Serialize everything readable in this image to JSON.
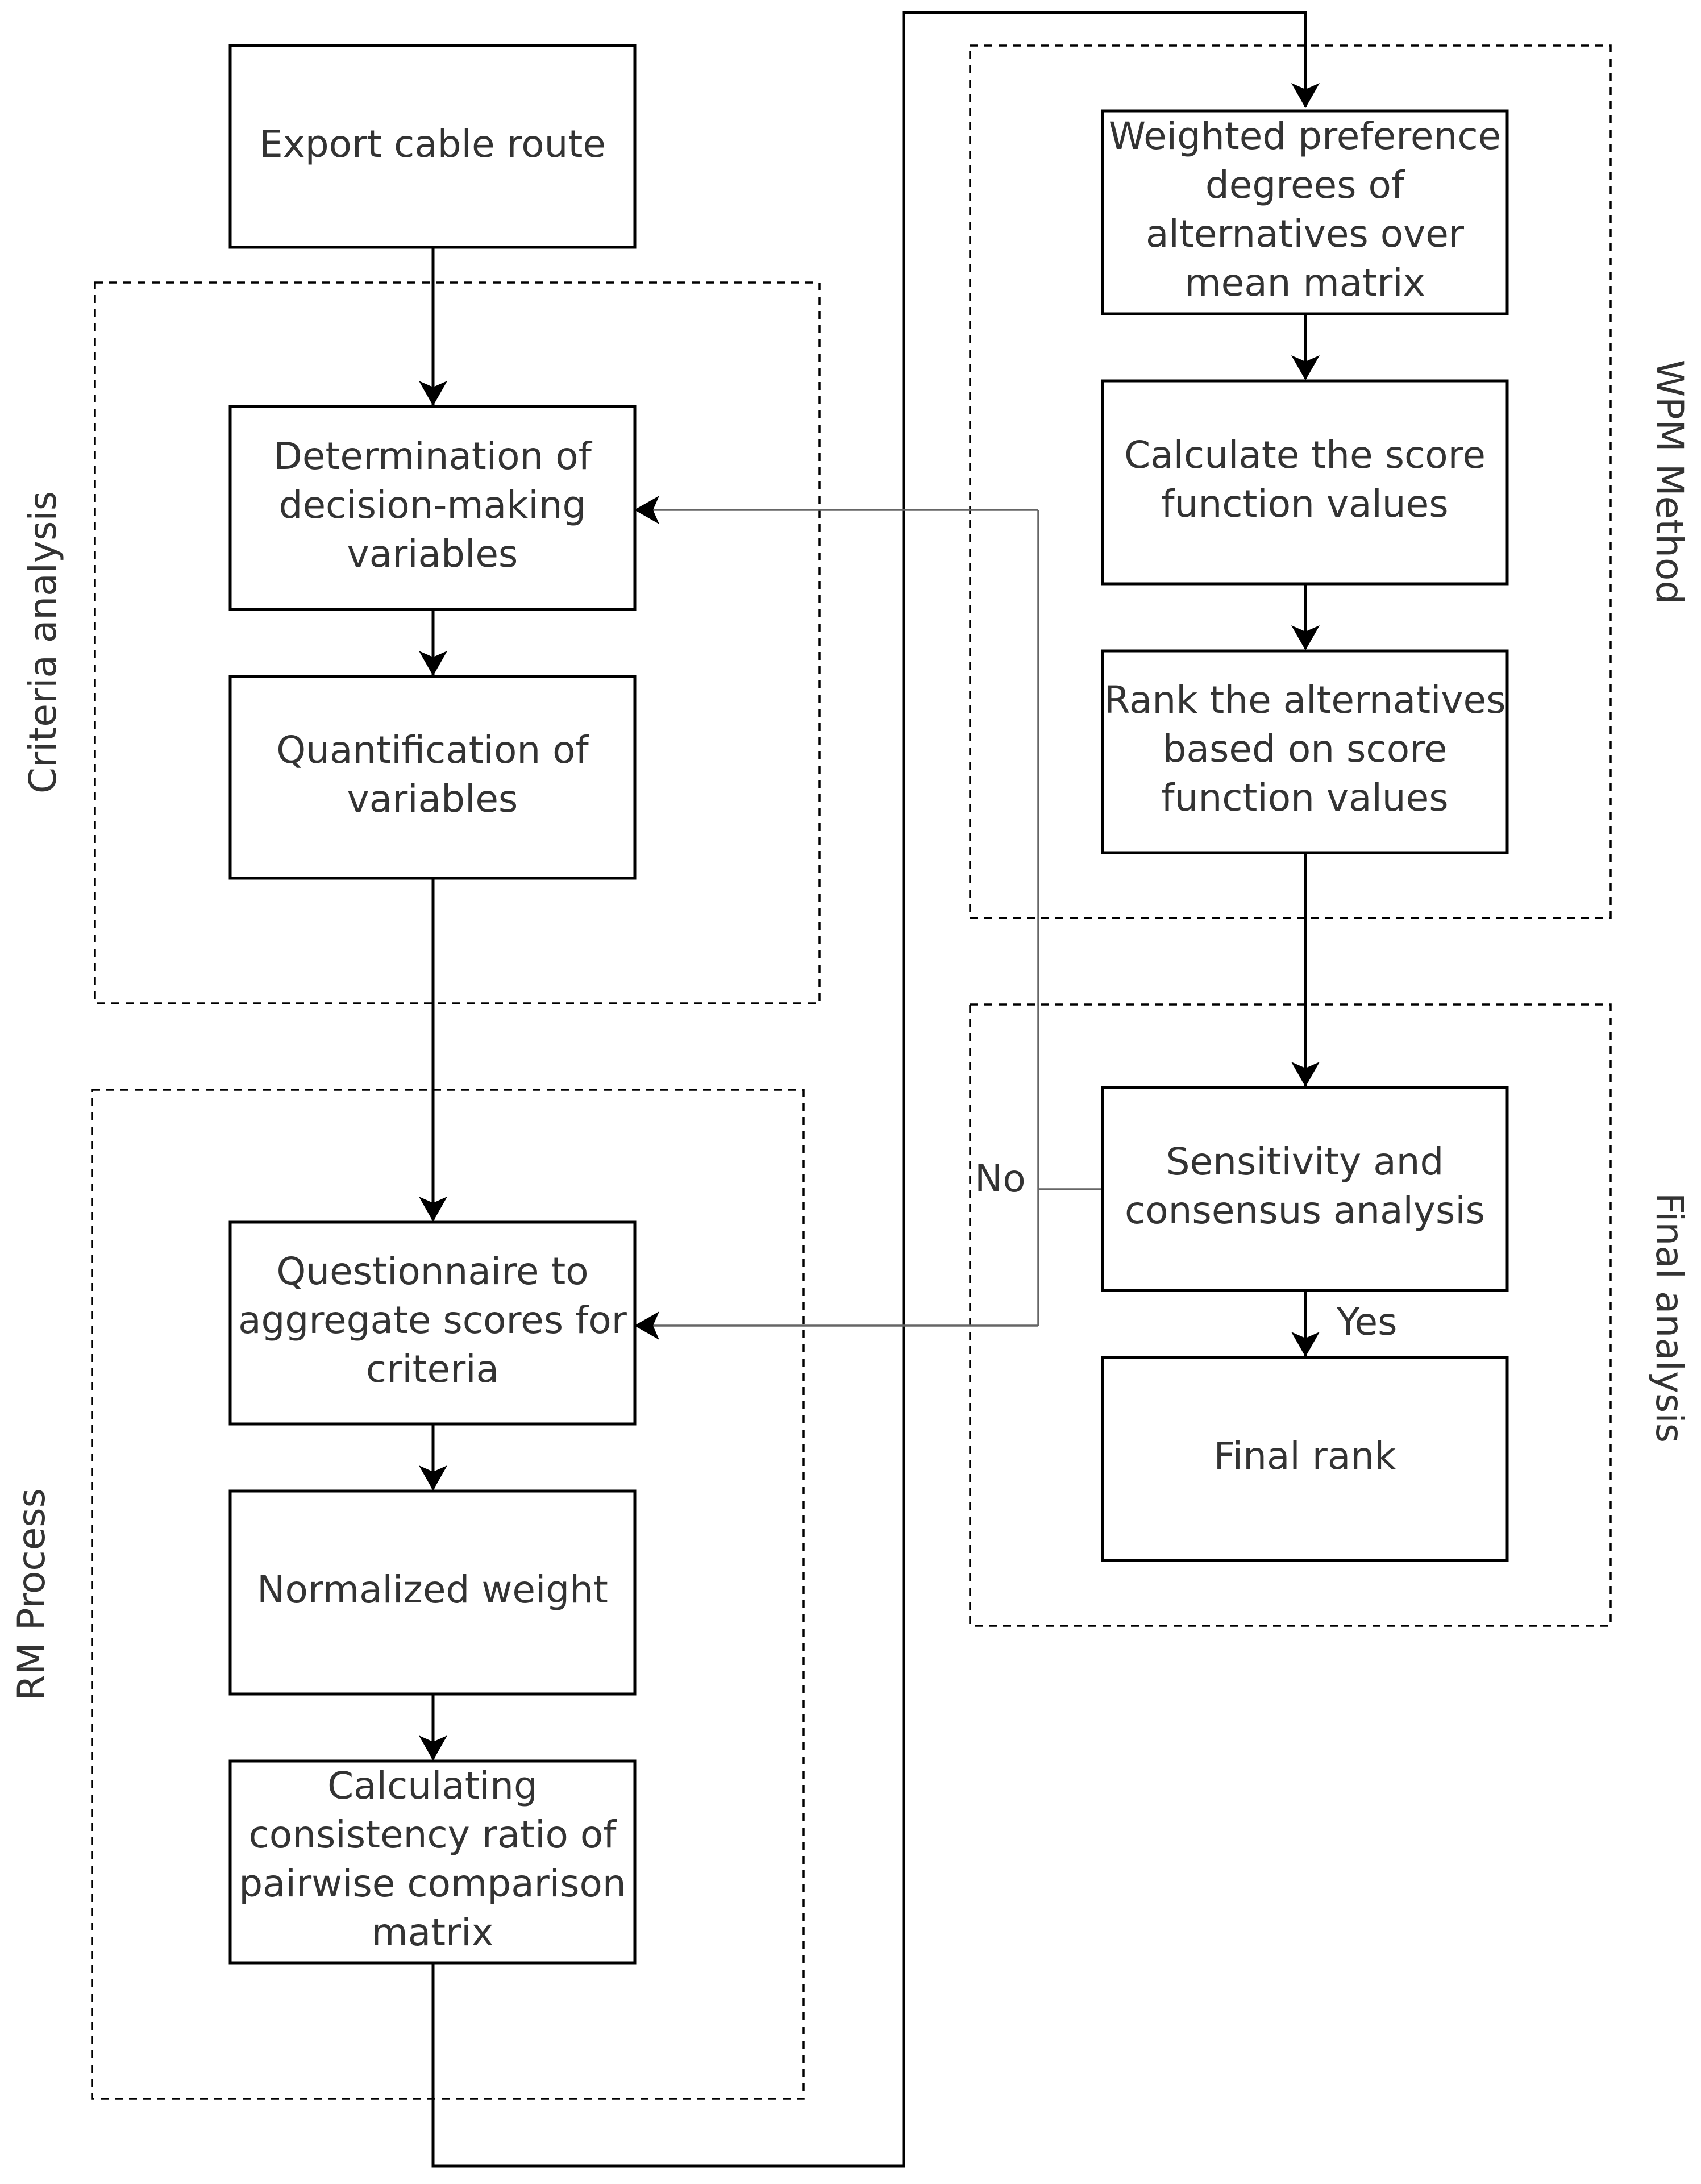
{
  "groups": {
    "criteria_analysis": {
      "label": "Criteria analysis"
    },
    "rm_process": {
      "label": "RM Process"
    },
    "wpm_method": {
      "label": "WPM Method"
    },
    "final_analysis": {
      "label": "Final analysis"
    }
  },
  "nodes": {
    "export_cable_route": {
      "lines": [
        "Export cable route"
      ]
    },
    "determination": {
      "lines": [
        "Determination of",
        "decision-making",
        "variables"
      ]
    },
    "quantification": {
      "lines": [
        "Quantification of",
        "variables"
      ]
    },
    "questionnaire": {
      "lines": [
        "Questionnaire to",
        "aggregate scores for",
        "criteria"
      ]
    },
    "normalized_weight": {
      "lines": [
        "Normalized weight"
      ]
    },
    "consistency_ratio": {
      "lines": [
        "Calculating",
        "consistency ratio of",
        "pairwise comparison",
        "matrix"
      ]
    },
    "weighted_preference": {
      "lines": [
        "Weighted preference",
        "degrees of",
        "alternatives over",
        "mean matrix"
      ]
    },
    "score_function": {
      "lines": [
        "Calculate the score",
        "function values"
      ]
    },
    "rank_alternatives": {
      "lines": [
        "Rank the alternatives",
        "based on score",
        "function values"
      ]
    },
    "sensitivity": {
      "lines": [
        "Sensitivity and",
        "consensus analysis"
      ]
    },
    "final_rank": {
      "lines": [
        "Final rank"
      ]
    }
  },
  "edge_labels": {
    "no": "No",
    "yes": "Yes"
  },
  "colors": {
    "stroke": "#000000",
    "text": "#333333",
    "feedback_line": "#666666",
    "background": "#ffffff"
  }
}
